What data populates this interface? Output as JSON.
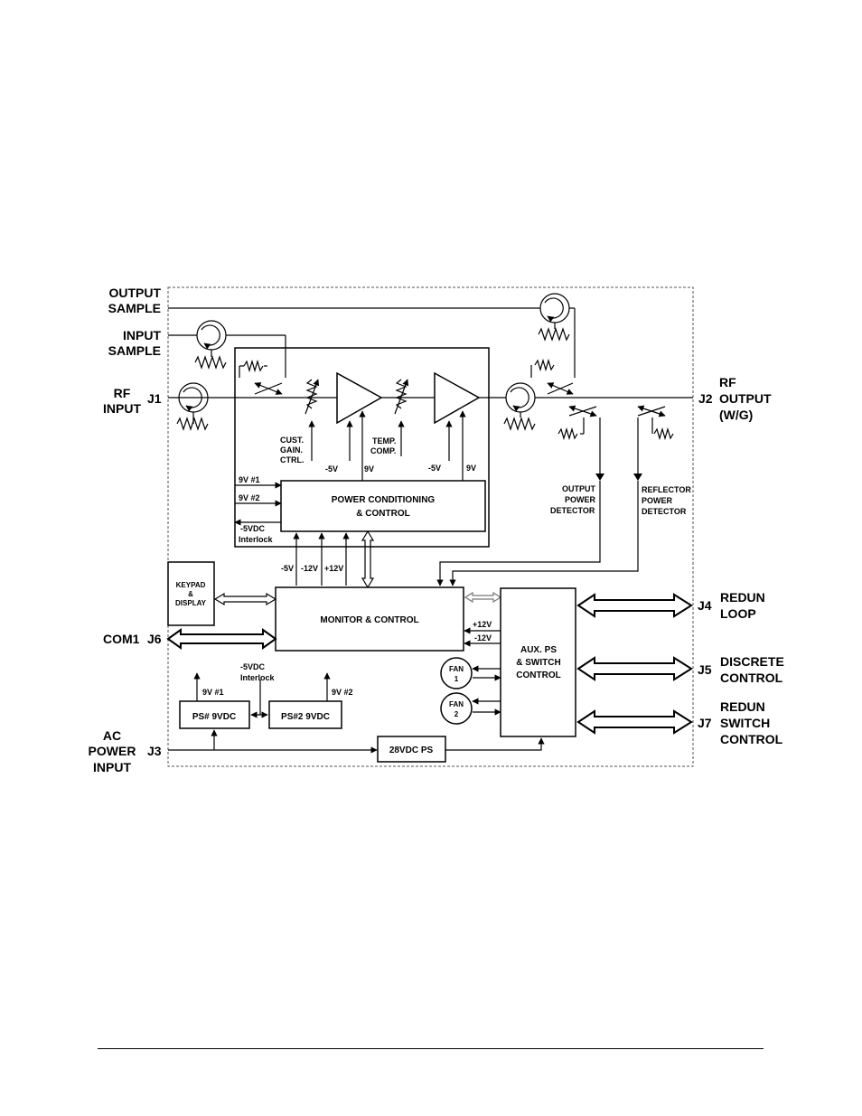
{
  "labels": {
    "output_sample": [
      "OUTPUT",
      "SAMPLE"
    ],
    "input_sample": [
      "INPUT",
      "SAMPLE"
    ],
    "rf_input": [
      "RF",
      "INPUT"
    ],
    "j1": "J1",
    "j2": "J2",
    "rf_output": [
      "RF",
      "OUTPUT",
      "(W/G)"
    ],
    "cust_gain": [
      "CUST.",
      "GAIN.",
      "CTRL."
    ],
    "temp_comp": [
      "TEMP.",
      "COMP."
    ],
    "amp1_v": [
      "-5V",
      "9V"
    ],
    "amp2_v": [
      "-5V",
      "9V"
    ],
    "pc_in1": "9V #1",
    "pc_in2": "9V #2",
    "pc_interlock": [
      "-5VDC",
      "Interlock"
    ],
    "power_conditioning": [
      "POWER CONDITIONING",
      "& CONTROL"
    ],
    "output_power_detector": [
      "OUTPUT",
      "POWER",
      "DETECTOR"
    ],
    "reflector_power_detector": [
      "REFLECTOR",
      "POWER",
      "DETECTOR"
    ],
    "mc_supplies": [
      "-5V",
      "-12V",
      "+12V"
    ],
    "keypad": [
      "KEYPAD",
      "&",
      "DISPLAY"
    ],
    "monitor_control": "MONITOR & CONTROL",
    "com1": "COM1",
    "j6": "J6",
    "aux_v": [
      "+12V",
      "-12V"
    ],
    "aux_ps": [
      "AUX. PS",
      "& SWITCH",
      "CONTROL"
    ],
    "fan1": [
      "FAN",
      "1"
    ],
    "fan2": [
      "FAN",
      "2"
    ],
    "j4": "J4",
    "redun_loop": [
      "REDUN",
      "LOOP"
    ],
    "j5": "J5",
    "discrete_control": [
      "DISCRETE",
      "CONTROL"
    ],
    "j7": "J7",
    "redun_switch_control": [
      "REDUN",
      "SWITCH",
      "CONTROL"
    ],
    "ps_interlock": [
      "-5VDC",
      "Interlock"
    ],
    "ps1_out": "9V #1",
    "ps2_out": "9V #2",
    "ps1": "PS# 9VDC",
    "ps2": "PS#2 9VDC",
    "ac_power": [
      "AC",
      "POWER",
      "INPUT"
    ],
    "j3": "J3",
    "ps28": "28VDC PS"
  }
}
